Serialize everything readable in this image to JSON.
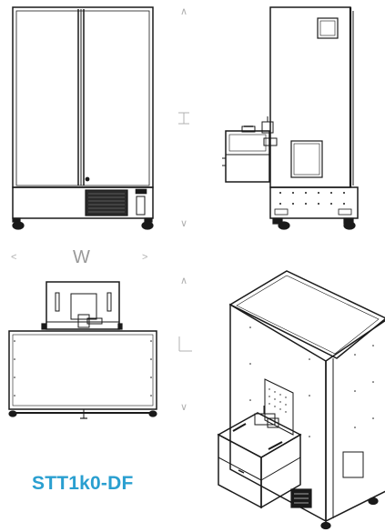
{
  "model_name": "STT1k0-DF",
  "dimension_labels": {
    "height": "H",
    "width": "W",
    "length": "L"
  },
  "arrow_glyphs": {
    "up": "∧",
    "down": "∨",
    "left": "<",
    "right": ">"
  },
  "colors": {
    "model_text": "#2a9fd0",
    "line": "#1a1a1a",
    "dimension": "#9a9a9a"
  }
}
